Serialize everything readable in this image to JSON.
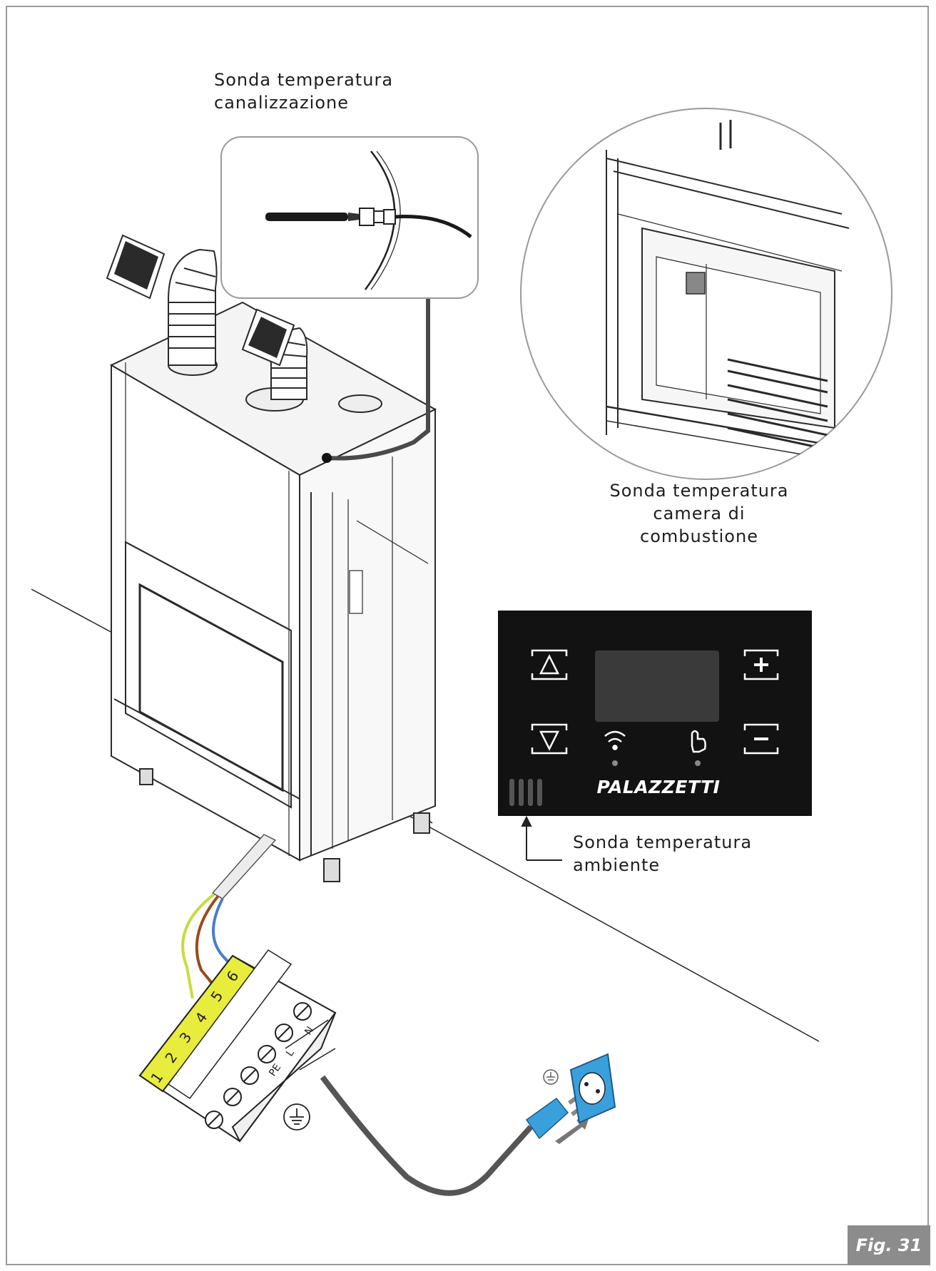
{
  "labels": {
    "duct_probe": "Sonda temperatura\ncanalizzazione",
    "chamber_probe": "Sonda temperatura\ncamera di\ncombustione",
    "room_probe": "Sonda temperatura\nambiente"
  },
  "panel": {
    "brand": "PALAZZETTI",
    "buttons": [
      "up-triangle-icon",
      "down-triangle-icon",
      "plus-icon",
      "minus-icon"
    ],
    "indicators": [
      "wifi-icon",
      "hand-pointer-icon"
    ]
  },
  "terminal_block": {
    "numbers": [
      "1",
      "2",
      "3",
      "4",
      "5",
      "6"
    ],
    "lower_labels": [
      "PE",
      "L",
      "N"
    ]
  },
  "figure": {
    "number": "Fig. 31"
  },
  "colors": {
    "terminal_yellow": "#e8ec3c",
    "wire_green_yellow": "#c8dc3c",
    "wire_brown": "#9a4a1c",
    "wire_blue": "#4a7ccc",
    "socket_blue": "#3aa0dc",
    "panel_black": "#121212"
  }
}
